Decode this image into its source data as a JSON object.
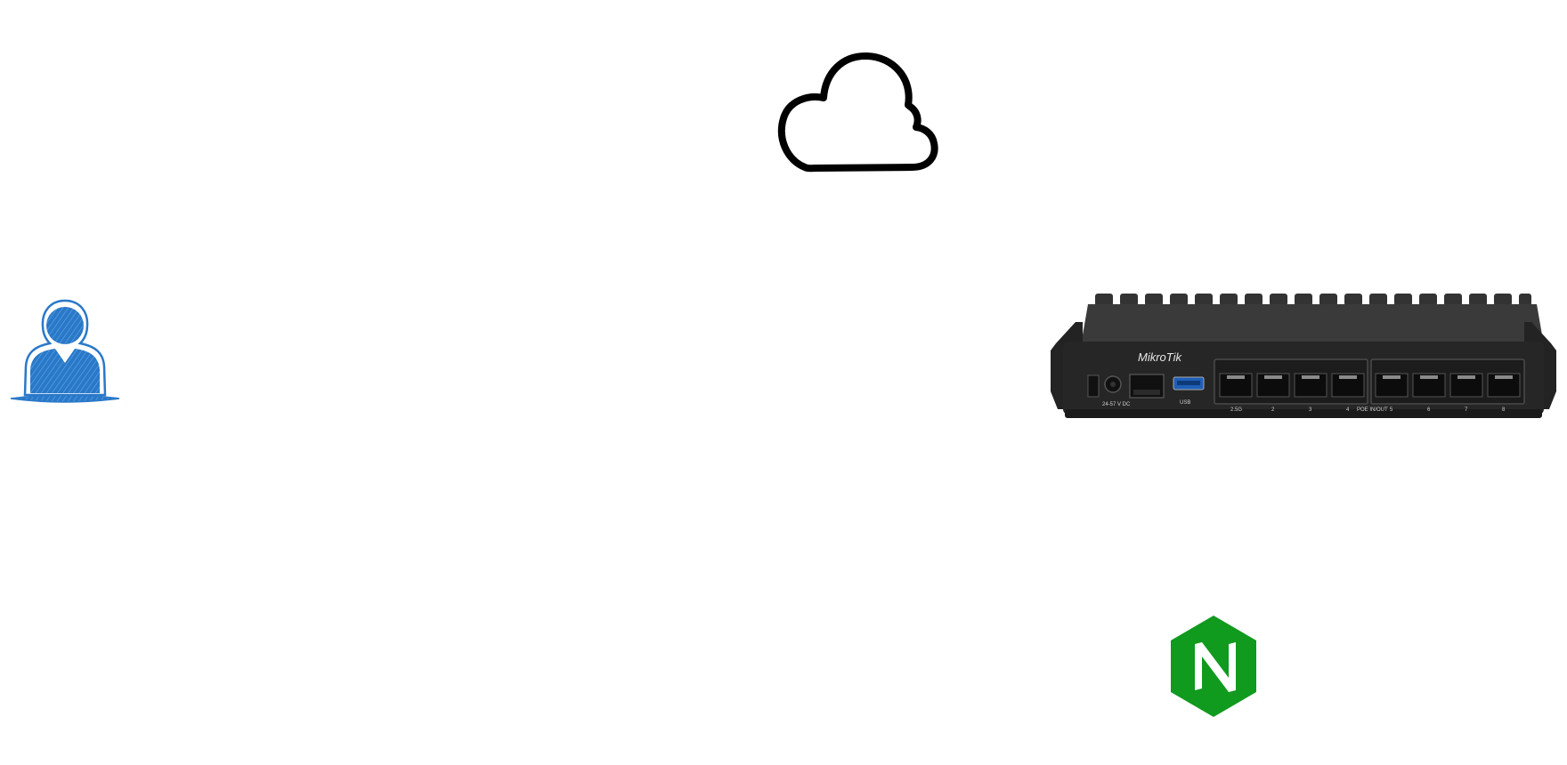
{
  "diagram": {
    "nodes": [
      {
        "id": "cloud",
        "icon": "cloud-icon"
      },
      {
        "id": "user",
        "icon": "user-icon",
        "color": "#1f6fbf"
      },
      {
        "id": "router",
        "icon": "router-icon",
        "brand": "MikroTik",
        "color": "#2b2b2b"
      },
      {
        "id": "nginx",
        "icon": "nginx-icon",
        "letter": "N",
        "color": "#109a1e"
      }
    ],
    "router_labels": {
      "brand": "MikroTik",
      "power": "24-57 V DC",
      "usb": "USB",
      "poe": "POE IN/OUT",
      "ports": [
        "2.5G",
        "2",
        "3",
        "4",
        "5",
        "6",
        "7",
        "8"
      ]
    }
  }
}
